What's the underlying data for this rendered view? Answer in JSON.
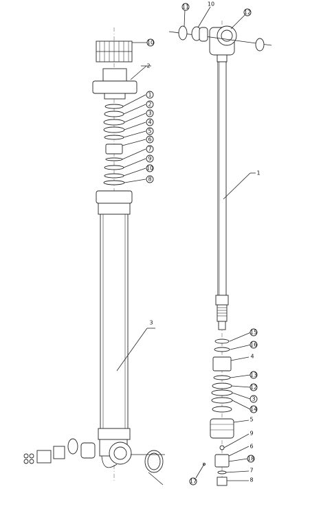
{
  "callouts": {
    "left": {
      "c10": "10",
      "c2": "2",
      "c1": "1",
      "c2b": "2",
      "c3": "3",
      "c4": "4",
      "c5": "5",
      "c6": "6",
      "c7": "7",
      "c9": "9",
      "c10b": "10",
      "c8": "8",
      "c3tube": "3"
    },
    "right": {
      "c11": "11",
      "c10": "10",
      "c12": "12",
      "c1": "1",
      "c15": "15",
      "c16": "16",
      "c4": "4",
      "c13": "13",
      "c12b": "12",
      "c3": "3",
      "c14": "14",
      "c5": "5",
      "c9": "9",
      "c6": "6",
      "c18": "18",
      "c7": "7",
      "c8": "8",
      "c17": "17"
    }
  }
}
